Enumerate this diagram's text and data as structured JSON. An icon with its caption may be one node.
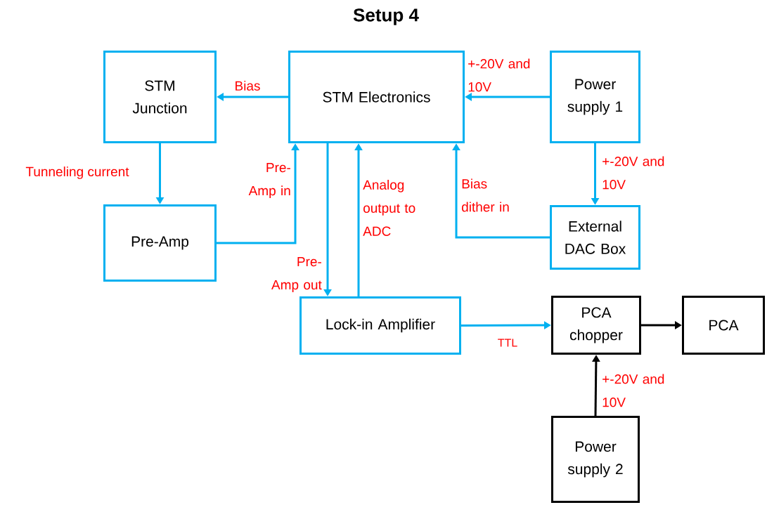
{
  "diagram": {
    "title": "Setup 4",
    "nodes": [
      {
        "text": [
          "STM Junction"
        ]
      },
      {
        "text": [
          "STM Electronics"
        ]
      },
      {
        "text": [
          "Power supply 1"
        ]
      },
      {
        "text": [
          "Pre-Amp"
        ]
      },
      {
        "text": [
          "External DAC Box"
        ]
      },
      {
        "text": [
          "Lock-in Amplifier"
        ]
      },
      {
        "text": [
          "PCA chopper"
        ]
      },
      {
        "text": [
          "PCA"
        ]
      },
      {
        "text": [
          "Power supply 2"
        ]
      }
    ],
    "edges": [
      {
        "from": 1,
        "to": 0,
        "arrow": "to",
        "label": "Bias"
      },
      {
        "from": 2,
        "to": 1,
        "arrow": "to",
        "label": "+-20V and 10V"
      },
      {
        "from": 0,
        "to": 3,
        "arrow": "to",
        "label": "Tunneling current"
      },
      {
        "from": 3,
        "to": 1,
        "arrow": "to",
        "label": "Pre-Amp in"
      },
      {
        "from": 1,
        "to": 5,
        "arrow": "to",
        "label": "Pre-Amp out"
      },
      {
        "from": 5,
        "to": 1,
        "arrow": "to",
        "label": "Analog output to ADC"
      },
      {
        "from": 4,
        "to": 1,
        "arrow": "to",
        "label": "Bias dither in"
      },
      {
        "from": 2,
        "to": 4,
        "arrow": "to",
        "label": "+-20V and 10V"
      },
      {
        "from": 5,
        "to": 6,
        "arrow": "to",
        "label": "TTL"
      },
      {
        "from": 6,
        "to": 7,
        "arrow": "to",
        "color": "#000000"
      },
      {
        "from": 8,
        "to": 6,
        "arrow": "to",
        "label": "+-20V and 10V",
        "color": "#000000"
      }
    ]
  }
}
